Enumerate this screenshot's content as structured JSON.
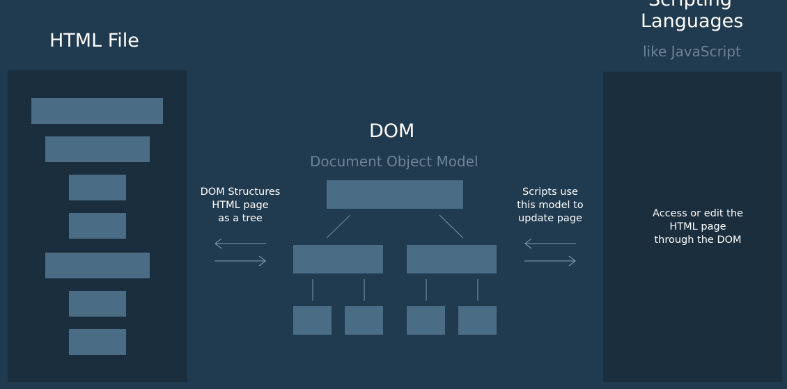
{
  "html_file": {
    "title": "HTML File"
  },
  "dom": {
    "title": "DOM",
    "subtitle": "Document Object Model"
  },
  "scripting": {
    "title_line1": "Scripting",
    "title_line2": "Languages",
    "subtitle": "like  JavaScript"
  },
  "left_note": {
    "line1": "DOM Structures",
    "line2": "HTML page",
    "line3": "as a tree"
  },
  "right_note": {
    "line1": "Scripts use",
    "line2": "this model to",
    "line3": "update page"
  },
  "script_panel_note": {
    "line1": "Access or edit the",
    "line2": "HTML page",
    "line3": "through the DOM"
  },
  "colors": {
    "background": "#203a4f",
    "panel": "#1a2e3e",
    "block": "#4a6c85",
    "connector": "#6e8a9f",
    "muted_text": "#6e8396"
  }
}
